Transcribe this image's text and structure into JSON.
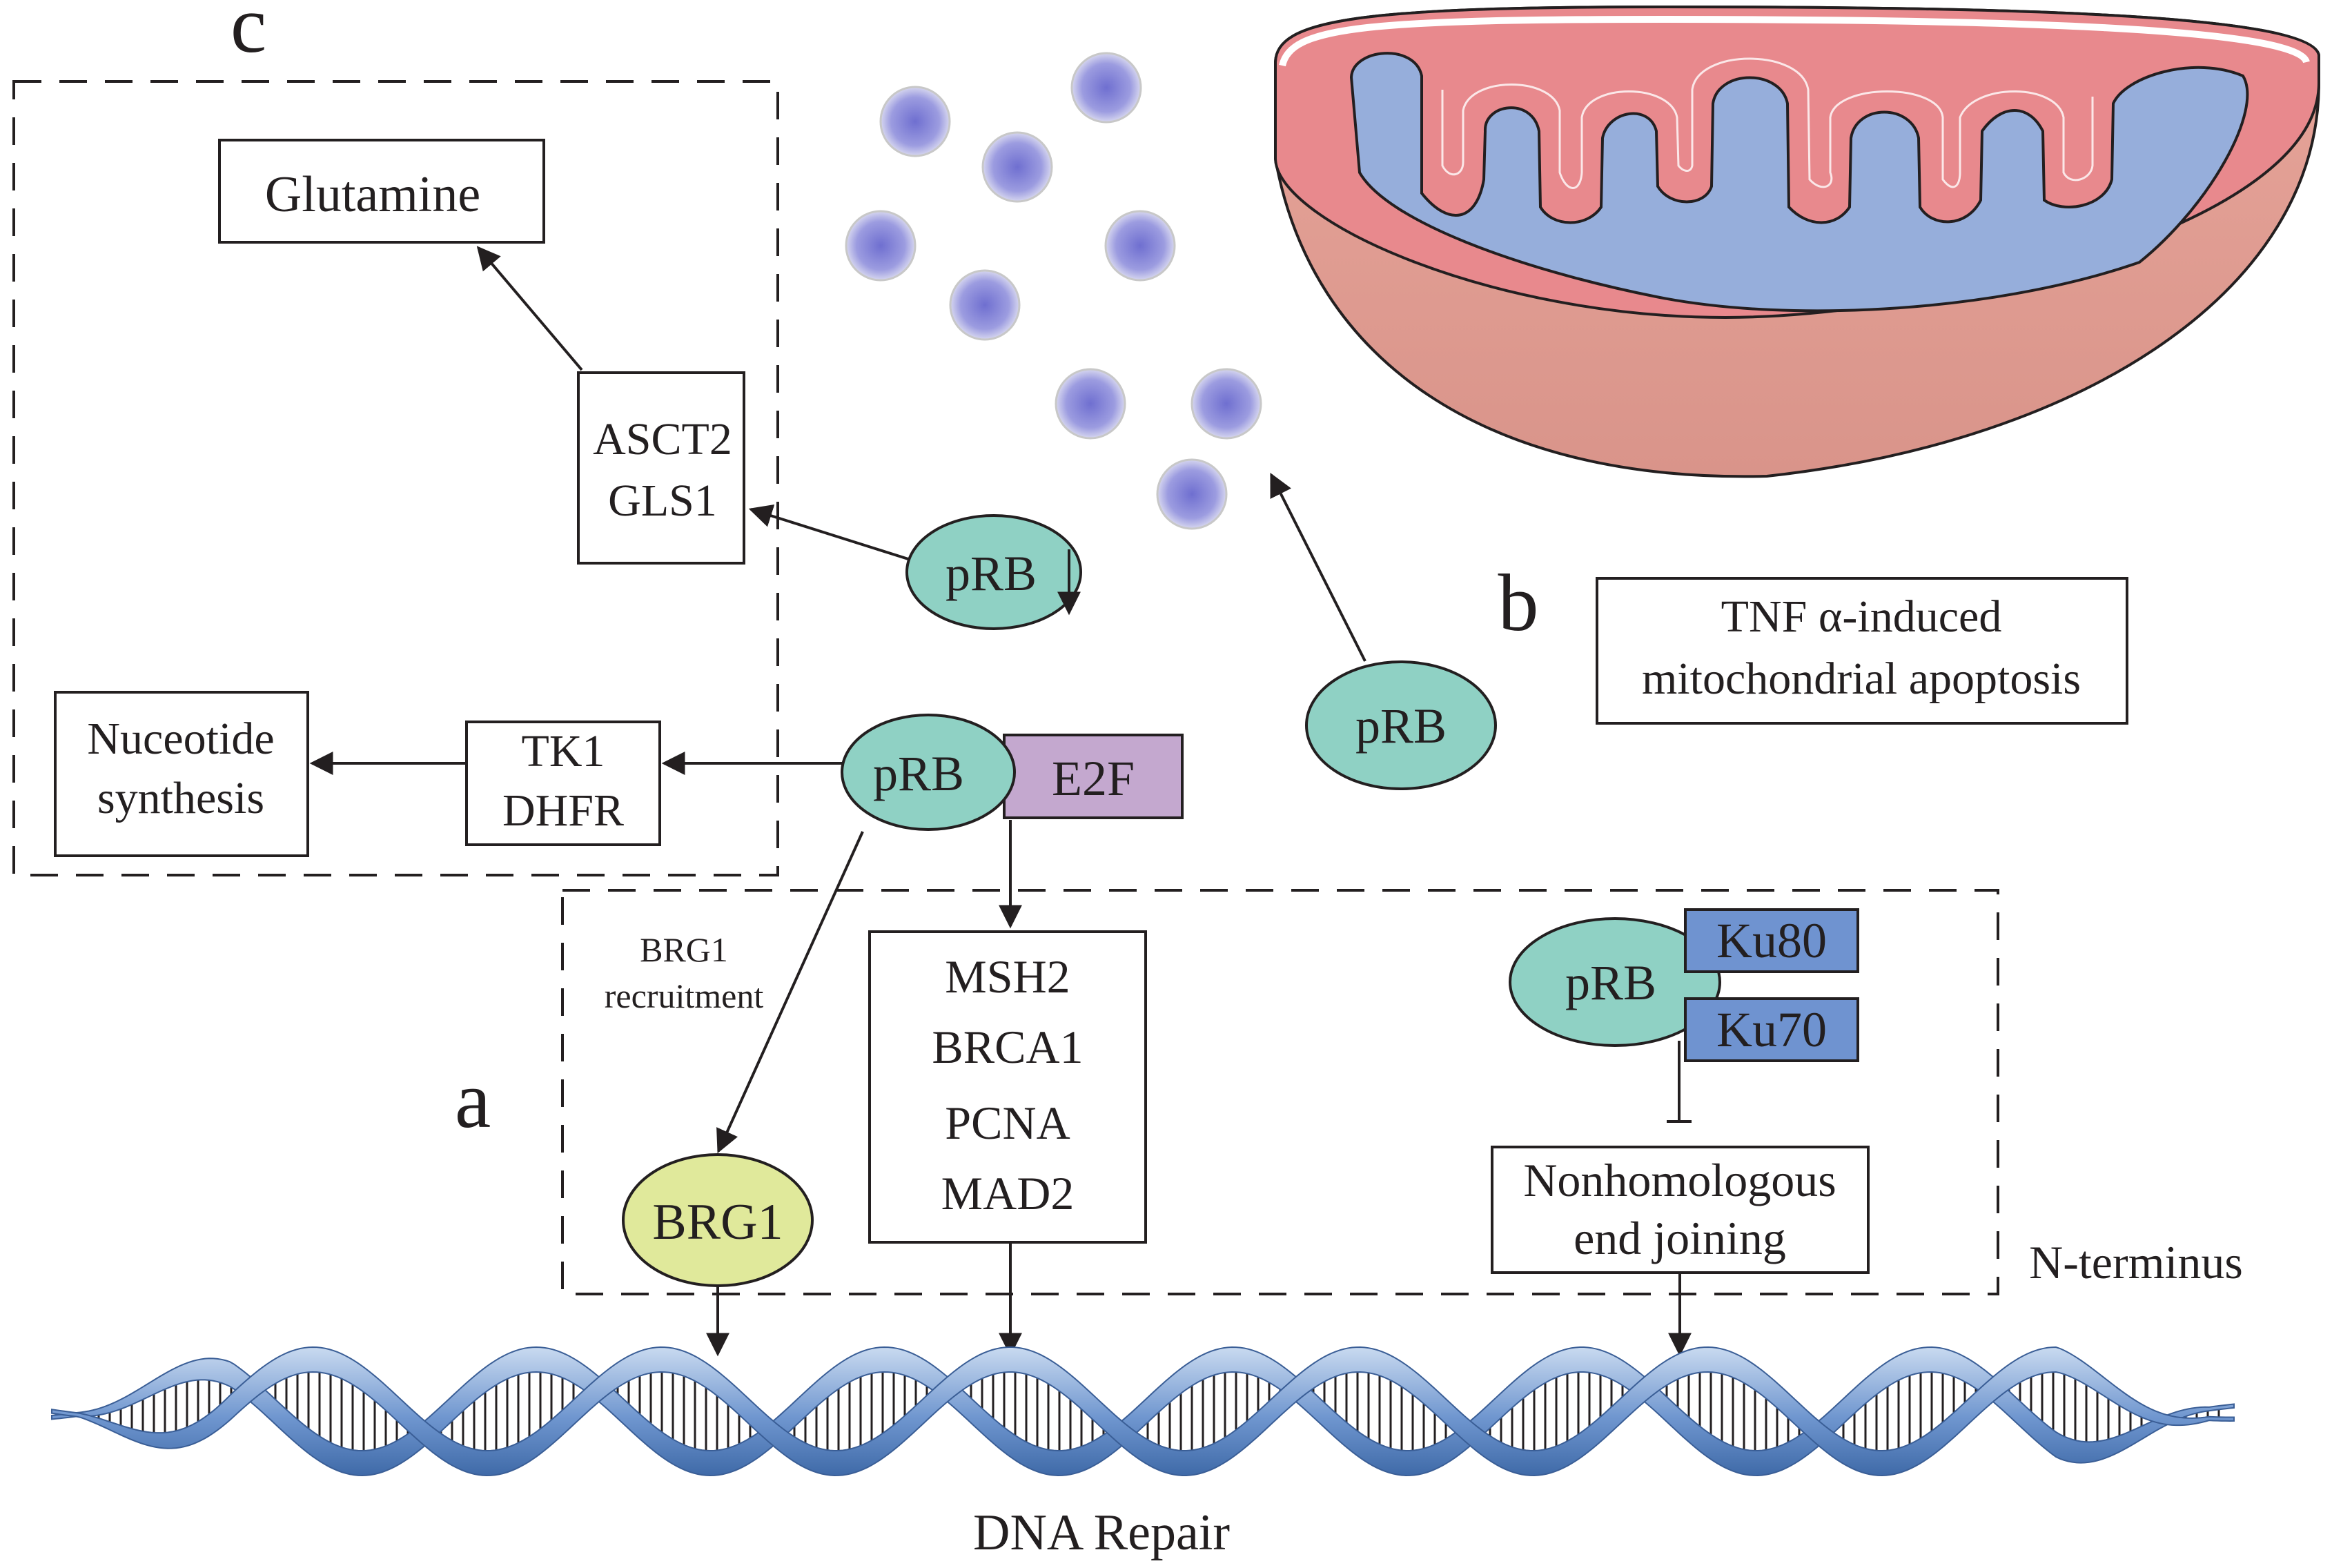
{
  "panels": {
    "a": "a",
    "b": "b",
    "c": "c"
  },
  "nodes": {
    "glutamine": "Glutamine",
    "asct2": "ASCT2",
    "gls1": "GLS1",
    "nucleotide_line1": "Nuceotide",
    "nucleotide_line2": "synthesis",
    "tk1": "TK1",
    "dhfr": "DHFR",
    "prb_down": "pRB",
    "prb_down_arrow": "↓",
    "prb_center": "pRB",
    "e2f": "E2F",
    "prb_b": "pRB",
    "tnf_line1": "TNF α-induced",
    "tnf_line2": "mitochondrial apoptosis",
    "brg1_recruit_line1": "BRG1",
    "brg1_recruit_line2": "recruitment",
    "brg1": "BRG1",
    "e2f_targets": [
      "MSH2",
      "BRCA1",
      "PCNA",
      "MAD2"
    ],
    "prb_ku": "pRB",
    "ku80": "Ku80",
    "ku70": "Ku70",
    "nhej_line1": "Nonhomologous",
    "nhej_line2": "end joining",
    "n_terminus": "N-terminus",
    "dna_repair": "DNA Repair"
  },
  "colors": {
    "prb_fill": "#8fd1c4",
    "e2f_fill": "#c4a8cf",
    "ku_fill": "#6f93d0",
    "brg1_fill": "#e0e99b",
    "mito_outer": "#e8898d",
    "mito_body": "#df9e92",
    "mito_matrix": "#96aedb",
    "vesicle": "#8a8ad8",
    "dna": "#7ea3d6",
    "line": "#231f20"
  },
  "icons": {
    "organelle": "mitochondrion-icon",
    "vesicles": "cytochrome-c-particle-icon",
    "dna": "dna-double-helix-icon"
  }
}
